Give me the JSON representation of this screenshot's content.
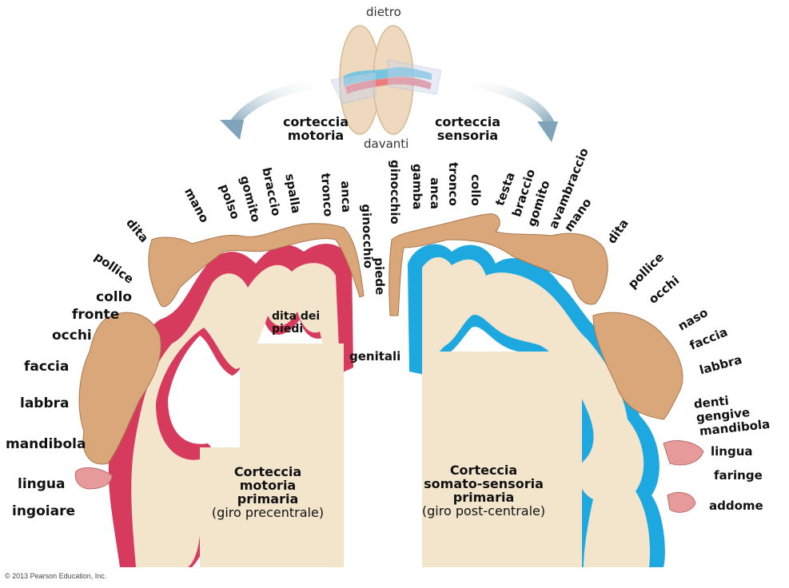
{
  "top": {
    "back_label": "dietro",
    "front_label": "davanti",
    "motor_title": [
      "corteccia",
      "motoria"
    ],
    "sensory_title": [
      "corteccia",
      "sensoria"
    ]
  },
  "motor": {
    "top_labels": [
      "dita",
      "mano",
      "polso",
      "gomito",
      "braccio",
      "spalla",
      "tronco",
      "anca",
      "ginocchio",
      "piede"
    ],
    "side_labels": [
      "pollice",
      "collo",
      "fronte",
      "occhi",
      "faccia",
      "labbra",
      "mandibola",
      "lingua",
      "ingoiare"
    ],
    "inner_labels": [
      "dita dei",
      "piedi"
    ],
    "center_title": [
      "Corteccia",
      "motoria",
      "primaria"
    ],
    "center_sub": "(giro precentrale)",
    "cortex_color": "#d63a5c"
  },
  "sensory": {
    "top_labels": [
      "ginocchio",
      "gamba",
      "anca",
      "tronco",
      "collo",
      "testa",
      "braccio",
      "gomito",
      "avambraccio",
      "mano",
      "dita"
    ],
    "side_labels": [
      "pollice",
      "occhi",
      "naso",
      "faccia",
      "labbra",
      "denti",
      "gengive",
      "mandibola",
      "lingua",
      "faringe",
      "addome"
    ],
    "genitals_label": "genitali",
    "center_title": [
      "Corteccia",
      "somato-sensoria",
      "primaria"
    ],
    "center_sub": "(giro post-centrale)",
    "cortex_color": "#1ea8e0"
  },
  "colors": {
    "white_matter": "#f3e4cc",
    "skin": "#d9a77a",
    "arrow": "#8fb0c3"
  },
  "footer": {
    "copyright": "© 2013 Pearson Education, Inc."
  }
}
